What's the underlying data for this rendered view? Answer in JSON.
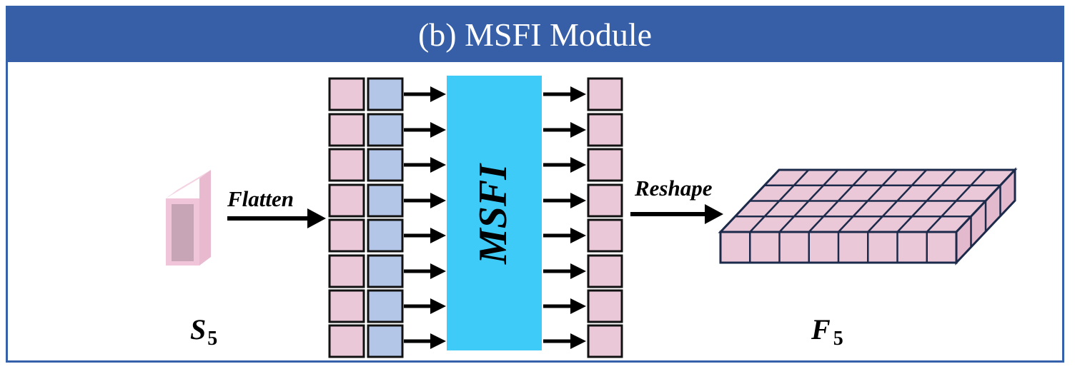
{
  "title": "(b) MSFI Module",
  "nodes": {
    "input_label": "S",
    "input_subscript": "5",
    "output_label": "F",
    "output_subscript": "5",
    "block_label": "MSFI"
  },
  "edges": {
    "flatten_label": "Flatten",
    "reshape_label": "Reshape"
  },
  "colors": {
    "header": "#365fa8",
    "border": "#3560aa",
    "pink": "#ebc8d8",
    "blue": "#b3c6e7",
    "msfi": "#3ecbf7",
    "input_face": "#c7a5b6",
    "input_edge": "#f0c4d9",
    "grid_stroke": "#1b2a4a"
  },
  "token_rows": 8
}
